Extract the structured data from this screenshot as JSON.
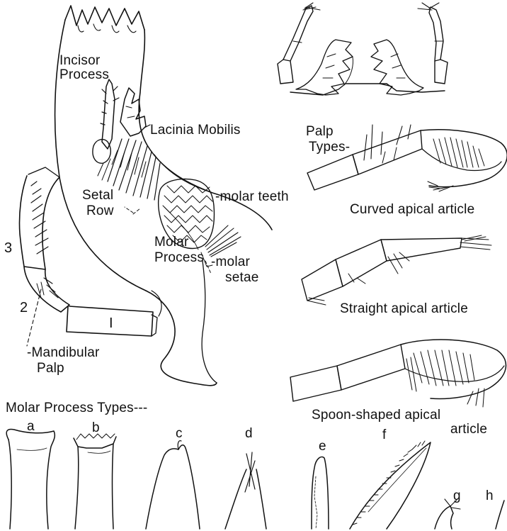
{
  "labels": {
    "incisor_1": "Incisor",
    "incisor_2": "Process",
    "lacinia": "Lacinia Mobilis",
    "setal_1": "Setal",
    "setal_2": "Row",
    "molar_teeth": "-molar teeth",
    "molar_process_1": "Molar",
    "molar_process_2": "Process",
    "molar_setae_1": "-molar",
    "molar_setae_2": "setae",
    "palp_num_3": "3",
    "palp_num_2": "2",
    "palp_num_1": "I",
    "mandibular_1": "-Mandibular",
    "mandibular_2": "Palp",
    "palp_types_1": "Palp",
    "palp_types_2": "Types-",
    "curved": "Curved apical article",
    "straight": "Straight apical article",
    "spoon_1": "Spoon-shaped apical",
    "spoon_2": "article",
    "molar_types": "Molar Process Types---",
    "type_a": "a",
    "type_b": "b",
    "type_c": "c",
    "type_d": "d",
    "type_e": "e",
    "type_f": "f",
    "type_g": "g",
    "type_h": "h"
  },
  "colors": {
    "ink": "#111111",
    "paper": "#ffffff"
  }
}
